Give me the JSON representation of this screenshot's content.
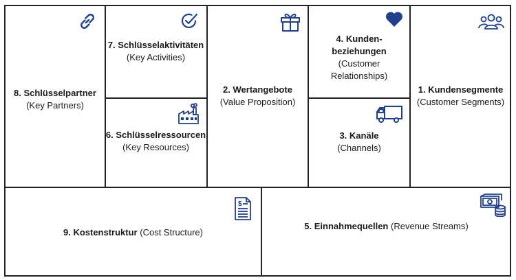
{
  "canvas": {
    "brand_color": "#1f3f8f",
    "line_color": "#222222"
  },
  "blocks": {
    "key_partners": {
      "title": "8. Schlüsselpartner",
      "subtitle": "(Key Partners)",
      "icon": "link-icon"
    },
    "key_activities": {
      "title": "7. Schlüsselaktivitäten",
      "subtitle": "(Key Activities)",
      "icon": "check-circle-icon"
    },
    "key_resources": {
      "title": "6. Schlüsselressourcen",
      "subtitle": "(Key Resources)",
      "icon": "factory-icon"
    },
    "value_proposition": {
      "title": "2. Wertangebote",
      "subtitle": "(Value Proposition)",
      "icon": "gift-icon"
    },
    "customer_relationships": {
      "title_line1": "4. Kunden-",
      "title_line2": "beziehungen",
      "subtitle_line1": "(Customer",
      "subtitle_line2": "Relationships)",
      "icon": "heart-icon"
    },
    "channels": {
      "title": "3. Kanäle",
      "subtitle": "(Channels)",
      "icon": "truck-icon"
    },
    "customer_segments": {
      "title": "1. Kundensegmente",
      "subtitle": "(Customer Segments)",
      "icon": "people-group-icon"
    },
    "cost_structure": {
      "title": "9. Kostenstruktur",
      "subtitle": "(Cost Structure)",
      "icon": "invoice-document-icon"
    },
    "revenue_streams": {
      "title": "5. Einnahmequellen",
      "subtitle": "(Revenue Streams)",
      "icon": "money-coins-icon"
    }
  }
}
